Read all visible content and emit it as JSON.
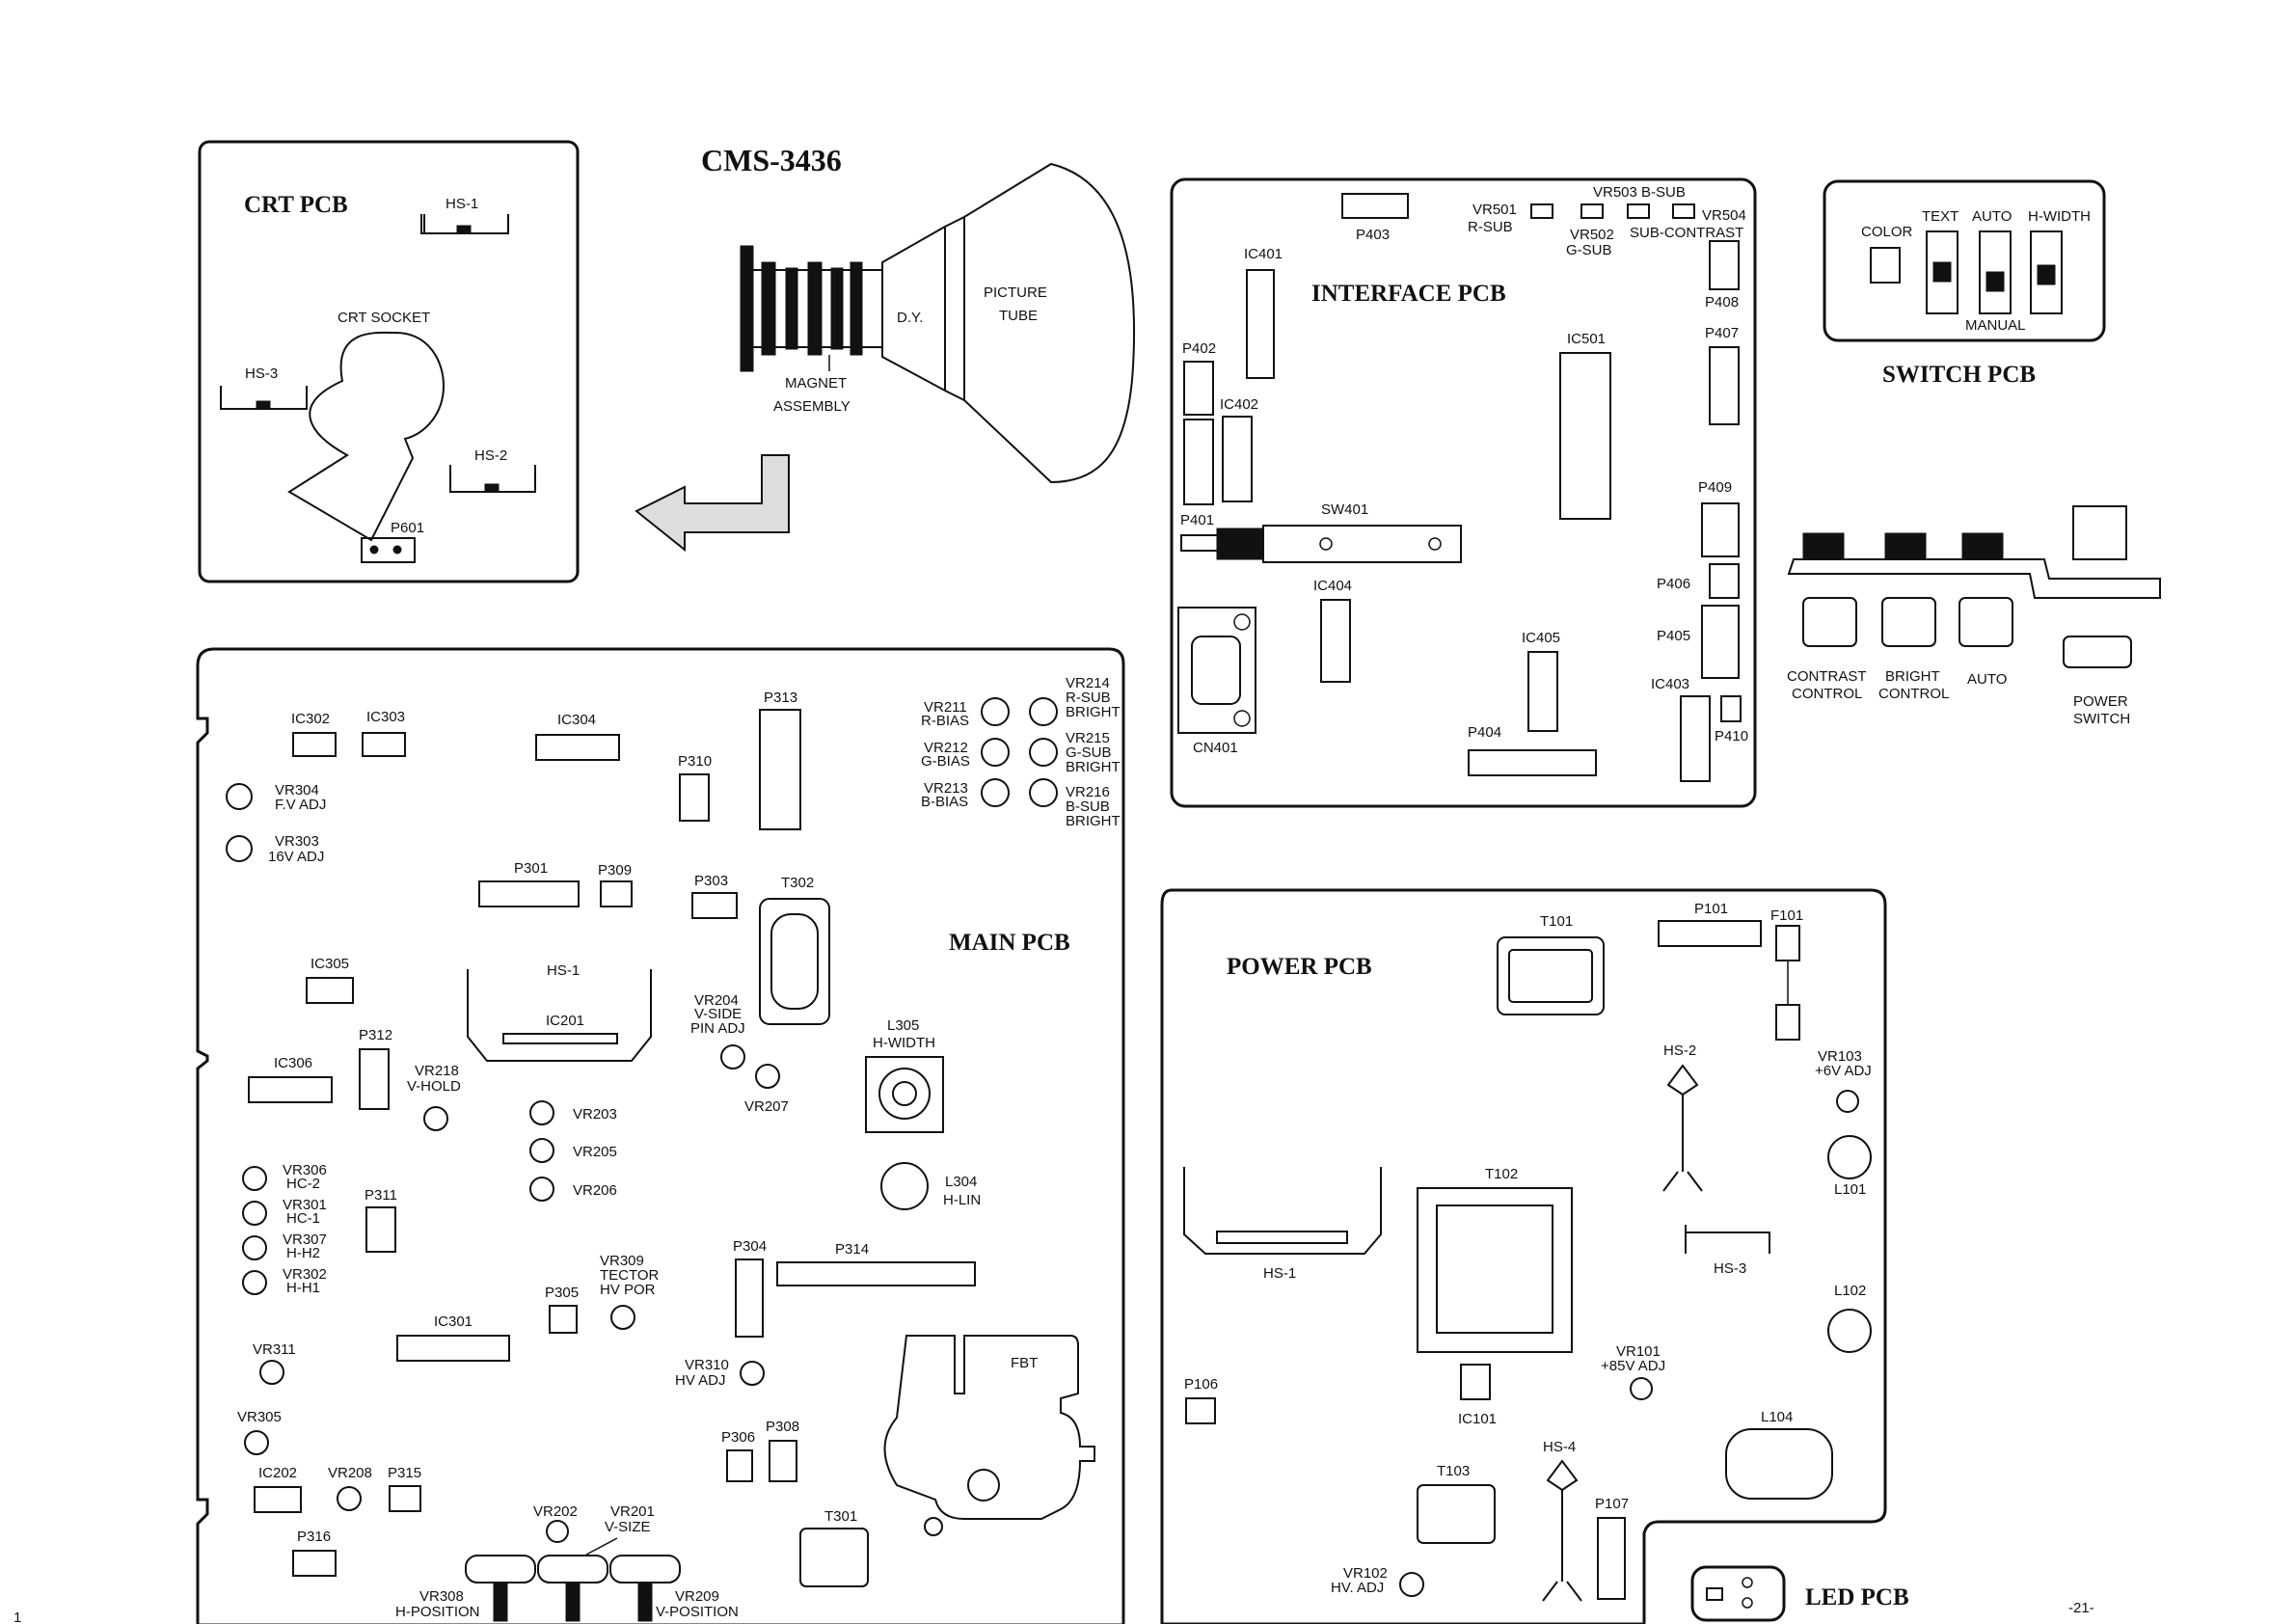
{
  "doc_title": "CMS-3436",
  "page_number": "-21-",
  "corner_mark": "1",
  "crt": {
    "title": "CRT PCB",
    "hs1": "HS-1",
    "hs2": "HS-2",
    "hs3": "HS-3",
    "socket": "CRT SOCKET",
    "p601": "P601"
  },
  "tube": {
    "dy": "D.Y.",
    "picture1": "PICTURE",
    "picture2": "TUBE",
    "magnet1": "MAGNET",
    "magnet2": "ASSEMBLY"
  },
  "interface": {
    "title": "INTERFACE PCB",
    "p403": "P403",
    "vr501": "VR501",
    "vr501b": "R-SUB",
    "vr503": "VR503 B-SUB",
    "vr502": "VR502",
    "vr502b": "G-SUB",
    "vr504": "VR504",
    "vr504b": "SUB-CONTRAST",
    "p408": "P408",
    "p407": "P407",
    "p402": "P402",
    "p401": "P401",
    "p409": "P409",
    "p406": "P406",
    "p405": "P405",
    "p404": "P404",
    "p410": "P410",
    "ic401": "IC401",
    "ic402": "IC402",
    "ic403": "IC403",
    "ic404": "IC404",
    "ic405": "IC405",
    "ic501": "IC501",
    "sw401": "SW401",
    "cn401": "CN401"
  },
  "switch": {
    "title": "SWITCH PCB",
    "color": "COLOR",
    "text": "TEXT",
    "auto": "AUTO",
    "hwidth": "H-WIDTH",
    "manual": "MANUAL"
  },
  "controls": {
    "contrast1": "CONTRAST",
    "contrast2": "CONTROL",
    "bright1": "BRIGHT",
    "bright2": "CONTROL",
    "auto": "AUTO",
    "power1": "POWER",
    "power2": "SWITCH"
  },
  "main": {
    "title": "MAIN PCB",
    "ic302": "IC302",
    "ic303": "IC303",
    "ic304": "IC304",
    "ic305": "IC305",
    "ic306": "IC306",
    "ic301": "IC301",
    "ic202": "IC202",
    "ic201": "IC201",
    "p313": "P313",
    "p310": "P310",
    "p301": "P301",
    "p309": "P309",
    "p303": "P303",
    "p312": "P312",
    "p311": "P311",
    "p305": "P305",
    "p304": "P304",
    "p314": "P314",
    "p306": "P306",
    "p308": "P308",
    "p315": "P315",
    "p316": "P316",
    "t302": "T302",
    "t301": "T301",
    "hs1": "HS-1",
    "fbt": "FBT",
    "l305": "L305",
    "l305b": "H-WIDTH",
    "l304": "L304",
    "l304b": "H-LIN",
    "vr304": "VR304",
    "vr304b": "F.V ADJ",
    "vr303": "VR303",
    "vr303b": "16V ADJ",
    "vr211": "VR211",
    "vr211b": "R-BIAS",
    "vr212": "VR212",
    "vr212b": "G-BIAS",
    "vr213": "VR213",
    "vr213b": "B-BIAS",
    "vr214": "VR214",
    "vr214b": "R-SUB",
    "vr214c": "BRIGHT",
    "vr215": "VR215",
    "vr215b": "G-SUB",
    "vr215c": "BRIGHT",
    "vr216": "VR216",
    "vr216b": "B-SUB",
    "vr216c": "BRIGHT",
    "vr204": "VR204",
    "vr204b": "V-SIDE",
    "vr204c": "PIN ADJ",
    "vr207": "VR207",
    "vr218": "VR218",
    "vr218b": "V-HOLD",
    "vr203": "VR203",
    "vr205": "VR205",
    "vr206": "VR206",
    "vr306": "VR306",
    "vr306b": "HC-2",
    "vr301": "VR301",
    "vr301b": "HC-1",
    "vr307": "VR307",
    "vr307b": "H-H2",
    "vr302": "VR302",
    "vr302b": "H-H1",
    "vr309": "VR309",
    "vr309b": "TECTOR",
    "vr309c": "HV POR",
    "vr310": "VR310",
    "vr310b": "HV ADJ",
    "vr311": "VR311",
    "vr305": "VR305",
    "vr208": "VR208",
    "vr202": "VR202",
    "vr201": "VR201",
    "vr201b": "V-SIZE",
    "vr308": "VR308",
    "vr308b": "H-POSITION",
    "vr209": "VR209",
    "vr209b": "V-POSITION"
  },
  "power": {
    "title": "POWER PCB",
    "t101": "T101",
    "t102": "T102",
    "t103": "T103",
    "p101": "P101",
    "f101": "F101",
    "p106": "P106",
    "p107": "P107",
    "hs1": "HS-1",
    "hs2": "HS-2",
    "hs3": "HS-3",
    "hs4": "HS-4",
    "vr103": "VR103",
    "vr103b": "+6V ADJ",
    "vr101": "VR101",
    "vr101b": "+85V ADJ",
    "vr102": "VR102",
    "vr102b": "HV. ADJ",
    "l101": "L101",
    "l102": "L102",
    "l104": "L104",
    "ic101": "IC101"
  },
  "led": {
    "title": "LED PCB"
  }
}
